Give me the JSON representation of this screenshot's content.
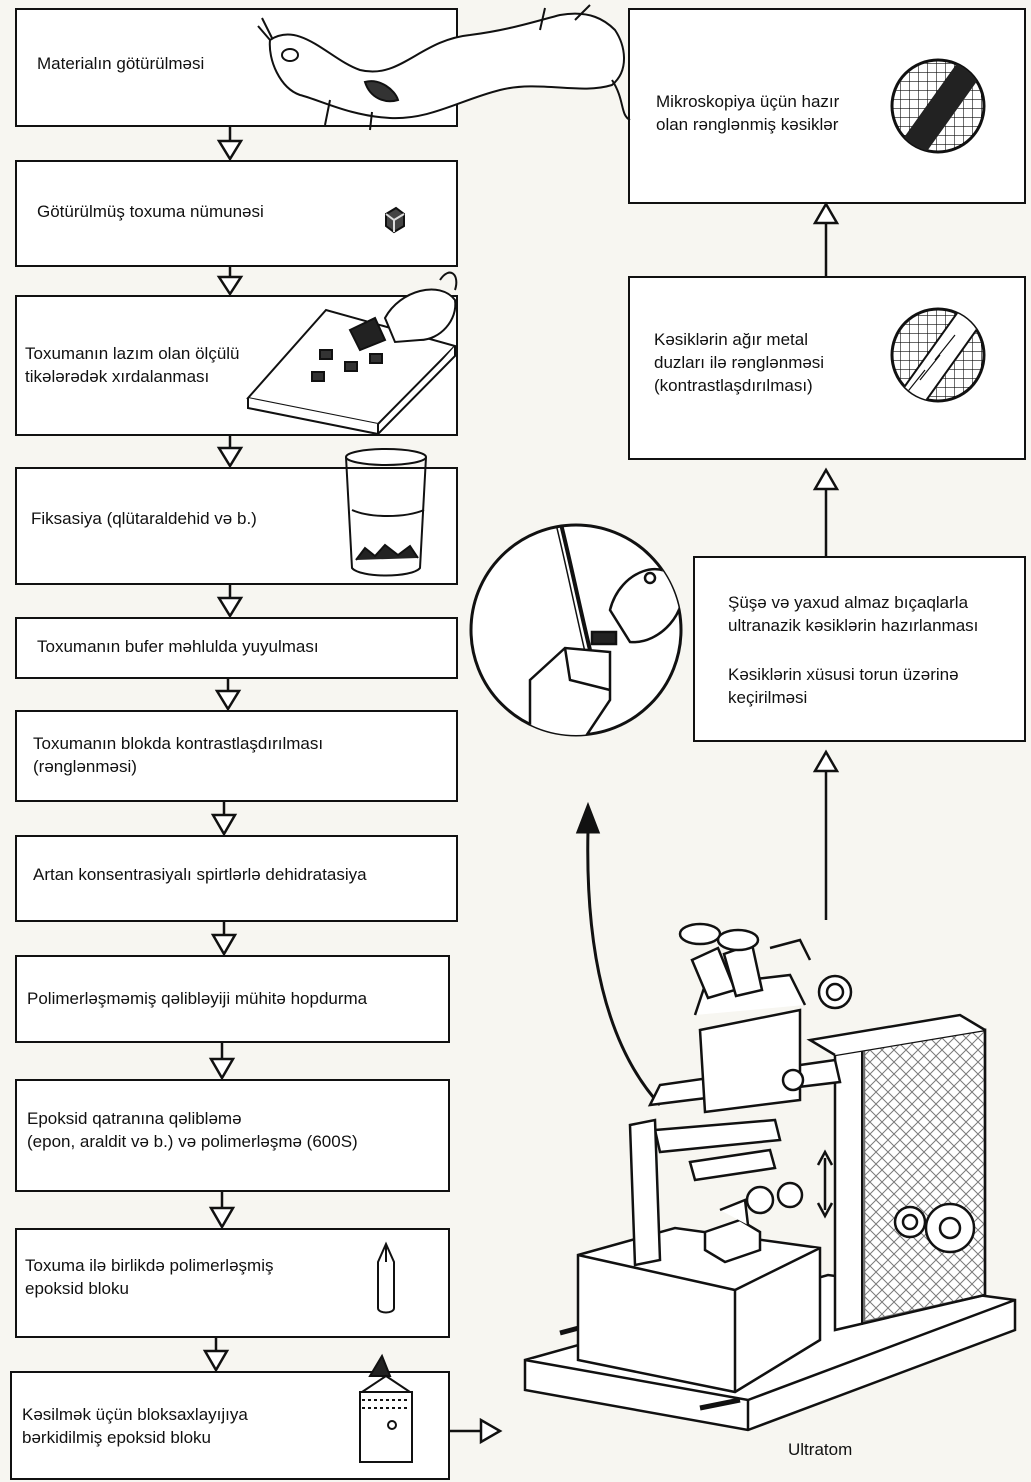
{
  "steps": [
    {
      "label": "Materialın götürülməsi"
    },
    {
      "label": "Götürülmüş toxuma nümunəsi"
    },
    {
      "label": "Toxumanın lazım olan ölçülü\ntikələrədək xırdalanması"
    },
    {
      "label": "Fiksasiya (qlütaraldehid və b.)"
    },
    {
      "label": "Toxumanın bufer məhlulda yuyulması"
    },
    {
      "label": "Toxumanın blokda kontrastlaşdırılması\n(rənglənməsi)"
    },
    {
      "label": "Artan konsentrasiyalı spirtlərlə dehidratasiya"
    },
    {
      "label": "Polimerləşməmiş qəlibləyiji mühitə hopdurma"
    },
    {
      "label": "Epoksid qatranına qəlibləmə\n(epon, araldit və b.) və polimerləşmə (600S)"
    },
    {
      "label": "Toxuma ilə birlikdə polimerləşmiş\nepoksid bloku"
    },
    {
      "label": "Kəsilmək üçün bloksaxlayıjıya\nbərkidilmiş epoksid bloku"
    }
  ],
  "right_steps": [
    {
      "label": "Şüşə və yaxud almaz bıçaqlarla\nultranazik kəsiklərin hazırlanması"
    },
    {
      "label": "Kəsiklərin xüsusi torun üzərinə\nkeçirilməsi"
    },
    {
      "label": "Kəsiklərin ağır metal\nduzları ilə rənglənməsi\n(kontrastlaşdırılması)"
    },
    {
      "label": "Mikroskopiya üçün hazır\nolan rənglənmiş kəsiklər"
    }
  ],
  "ultratom_caption": "Ultratom",
  "colors": {
    "ink": "#111111",
    "paper": "#ffffff",
    "background": "#f7f6f1"
  },
  "icons": [
    "rat-icon",
    "tissue-cube-icon",
    "scalpel-board-icon",
    "beaker-icon",
    "capsule-icon",
    "block-holder-icon",
    "grid-icon",
    "grid-stained-icon",
    "knife-closeup-icon",
    "ultramicrotome-icon"
  ]
}
